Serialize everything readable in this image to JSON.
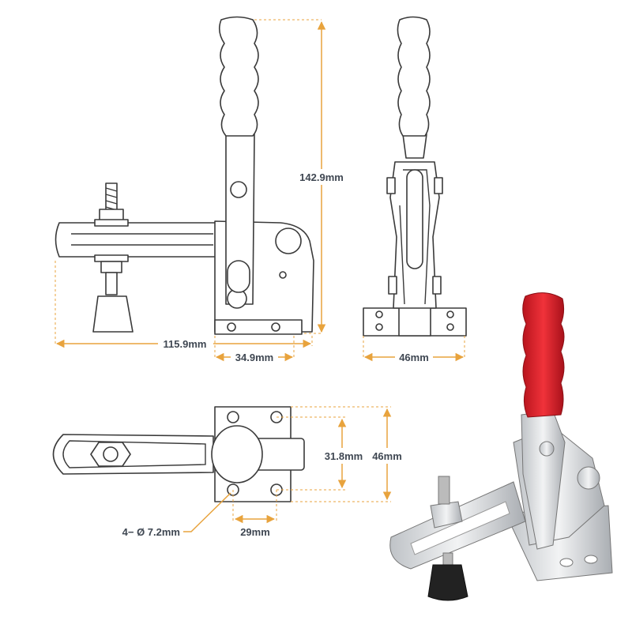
{
  "title": "Vertical toggle clamp dimensions",
  "colors": {
    "dimension": "#e8a33d",
    "text": "#3f4752",
    "handle": "#d9232e",
    "outline": "#3a3a3a"
  },
  "dimensions": {
    "total_height": "142.9mm",
    "total_length": "115.9mm",
    "base_length": "34.9mm",
    "front_base_width": "46mm",
    "hole_spacing_vertical": "31.8mm",
    "plate_height": "46mm",
    "hole_spacing_horizontal": "29mm",
    "mounting_holes": "4− Ø 7.2mm"
  }
}
